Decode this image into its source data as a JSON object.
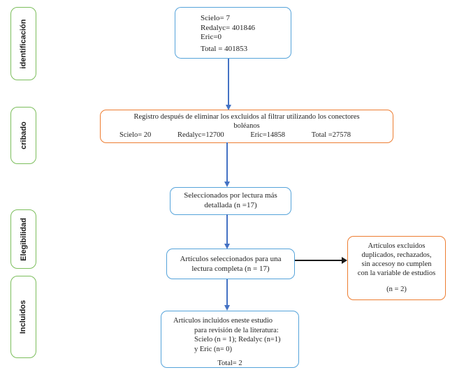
{
  "colors": {
    "blue_border": "#55A3DA",
    "orange_border": "#ED7D31",
    "green_border": "#7CBE5C",
    "arrow_blue": "#4472C4",
    "arrow_black": "#1a1a1a"
  },
  "stages": [
    {
      "label": "identificación"
    },
    {
      "label": "cribado"
    },
    {
      "label": "Elegibilidad"
    },
    {
      "label": "Incluidos"
    }
  ],
  "boxes": {
    "identification": {
      "lines": [
        "Scielo= 7",
        "Redalyc= 401846",
        "Eric=0",
        "Total = 401853"
      ]
    },
    "screening": {
      "title_line1": "Registro después de eliminar los excluidos al filtrar utilizando los conectores",
      "title_line2": "boléanos",
      "stats": [
        "Scielo= 20",
        "Redalyc=12700",
        "Eric=14858",
        "Total =27578"
      ]
    },
    "selected_reading": {
      "lines": [
        "Seleccionados por lectura más",
        "detallada (n =17)"
      ]
    },
    "full_reading": {
      "lines": [
        "Artículos seleccionados para una",
        "lectura completa (n = 17)"
      ]
    },
    "excluded": {
      "lines": [
        "Artículos excluidos",
        "duplicados, rechazados,",
        "sin accesoy no cumplen",
        "con la variable de estudios"
      ],
      "count": "(n = 2)"
    },
    "included": {
      "line1": "Artículos incluidos eneste estudio",
      "lines": [
        "para revisión de la literatura:",
        "Scielo (n = 1); Redalyc (n=1)",
        "y Eric (n= 0)"
      ],
      "total": "Total= 2"
    }
  }
}
